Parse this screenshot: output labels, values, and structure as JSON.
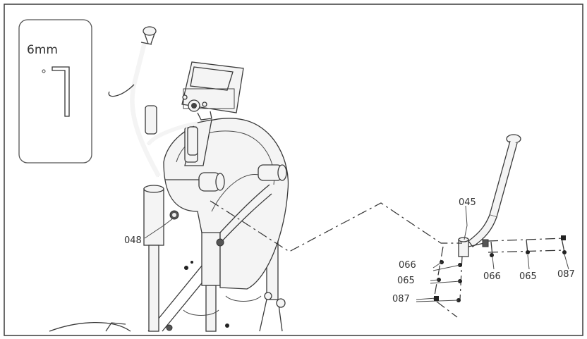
{
  "tool": {
    "size_label": "6mm",
    "icon": "allen-key-icon"
  },
  "parts": {
    "p048": "048",
    "p045": "045",
    "p066_left": "066",
    "p065_left": "065",
    "p087_left": "087",
    "p066_right": "066",
    "p065_right": "065",
    "p087_right": "087"
  }
}
